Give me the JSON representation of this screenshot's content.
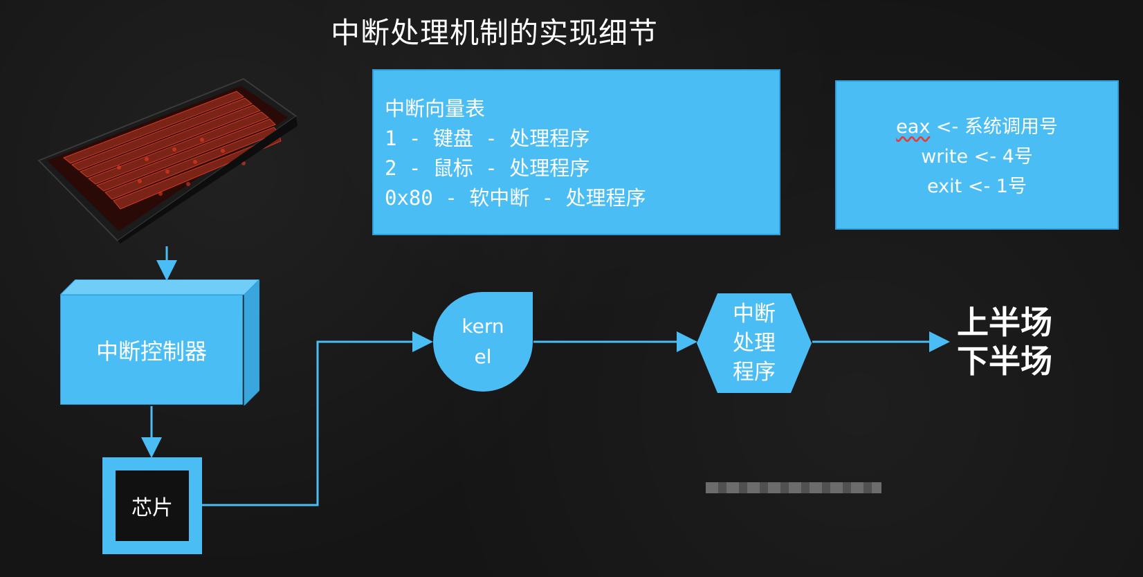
{
  "title": "中断处理机制的实现细节",
  "vector_table": {
    "lines": [
      "中断向量表",
      "1 - 键盘 - 处理程序",
      "2 - 鼠标 - 处理程序",
      "0x80 - 软中断 - 处理程序"
    ]
  },
  "syscall": {
    "line1_prefix": "eax",
    "line1_rest": " <- 系统调用号",
    "line2": "write <- 4号",
    "line3": "exit <- 1号"
  },
  "controller_label": "中断控制器",
  "chip_label": "芯片",
  "kernel": {
    "line1": "kern",
    "line2": "el"
  },
  "handler": {
    "line1": "中断",
    "line2": "处理",
    "line3": "程序"
  },
  "halves": {
    "top": "上半场",
    "bottom": "下半场"
  },
  "colors": {
    "box_blue": "#4bbdf5",
    "background": "#151515",
    "text": "#ffffff"
  }
}
